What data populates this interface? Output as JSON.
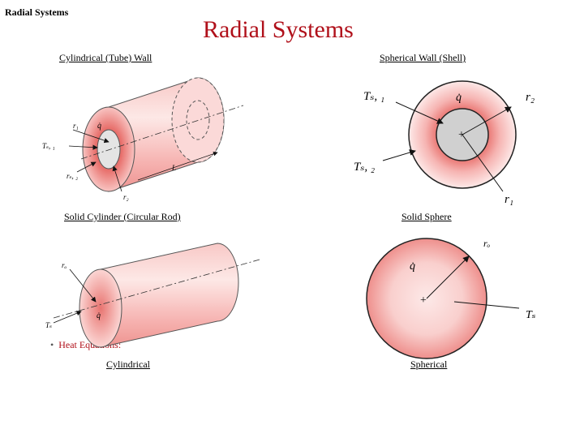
{
  "corner_title": "Radial Systems",
  "main_title": "Radial Systems",
  "sections": {
    "tube": "Cylindrical (Tube) Wall",
    "shell": "Spherical Wall (Shell)",
    "rod": "Solid Cylinder (Circular Rod)",
    "sphere": "Solid Sphere"
  },
  "heat": {
    "bullet": "Heat Equations:",
    "cylindrical": "Cylindrical",
    "spherical": "Spherical"
  },
  "labels": {
    "tube": {
      "r1": "r₁",
      "q": "q̇",
      "ts1": "Tₛ, ₁",
      "ts2": "rₛ, ₂",
      "L": "L",
      "r2": "r₂"
    },
    "shell": {
      "ts1": "Tₛ, ₁",
      "q": "q̇",
      "r2": "r₂",
      "ts2": "Tₛ, ₂",
      "r1": "r₁"
    },
    "rod": {
      "ro": "rₒ",
      "q": "q̇",
      "ts": "Tₛ"
    },
    "sphere": {
      "ro": "rₒ",
      "q": "q̇",
      "ts": "Tₛ"
    }
  },
  "colors": {
    "title_red": "#b0101a",
    "pink_light": "#fde6e6",
    "pink_mid": "#f4a6a6",
    "pink_dark": "#e0706e",
    "gray_core": "#d0d0d0"
  }
}
